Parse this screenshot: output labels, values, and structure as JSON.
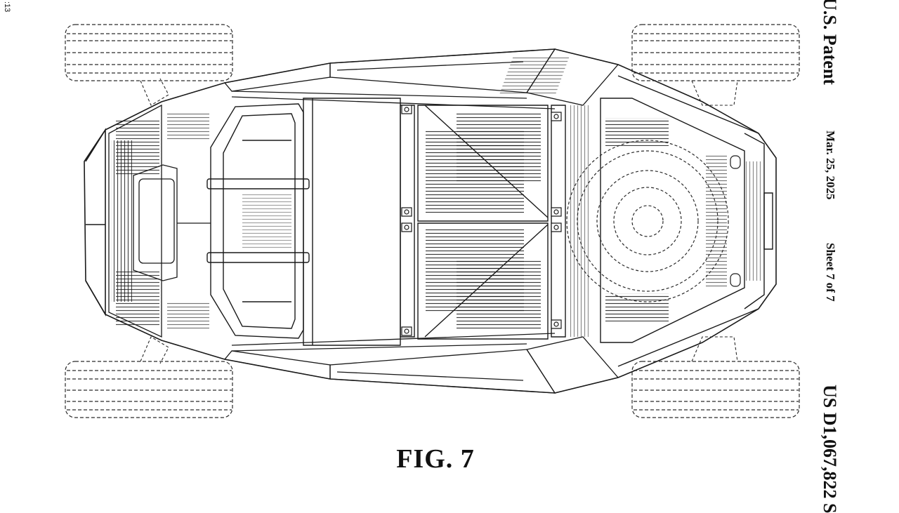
{
  "sheet": {
    "patent_label": "U.S. Patent",
    "date": "Mar. 25, 2025",
    "sheet_number": "Sheet 7 of 7",
    "patent_number": "US D1,067,822 S",
    "figure_label": "FIG. 7",
    "edge_fragment": ":13"
  },
  "drawing": {
    "subject": "vehicle-underside-view",
    "line_color": "#1a1a1a",
    "dash_color": "#2a2a2a",
    "background": "#ffffff"
  }
}
